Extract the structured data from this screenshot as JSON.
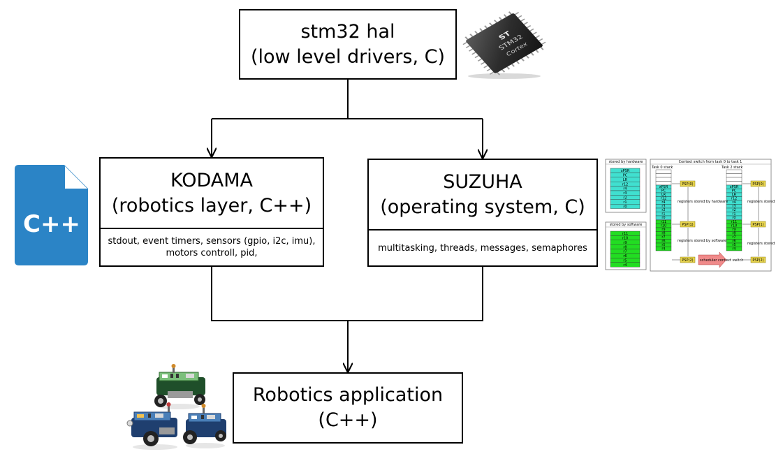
{
  "hal": {
    "line1": "stm32 hal",
    "line2": "(low level drivers, C)"
  },
  "kodama": {
    "line1": "KODAMA",
    "line2": "(robotics layer, C++)",
    "features": "stdout, event timers, sensors (gpio, i2c, imu), motors controll, pid,"
  },
  "suzuha": {
    "line1": "SUZUHA",
    "line2": "(operating system, C)",
    "features": "multitasking, threads, messages, semaphores"
  },
  "app": {
    "line1": "Robotics application",
    "line2": "(C++)"
  },
  "cpp_icon": {
    "icon": "cpp-file-icon",
    "label": "C++",
    "color": "#2b84c6"
  },
  "chip_icon": {
    "icon": "stm32-chip-icon"
  },
  "robots_image": {
    "icon": "robots-image"
  },
  "context_switch_diagram": {
    "hw_title": "stored by hardware",
    "sw_title": "stored by software",
    "title": "Context switch from task 0 to task 1",
    "task0": "Task 0 stack",
    "task1": "Task 2 stack",
    "regs_hw": [
      "xPSR",
      "PC",
      "LR",
      "r12",
      "r4",
      "r3",
      "r2",
      "r1",
      "r0"
    ],
    "regs_sw": [
      "r11",
      "r10",
      "r9",
      "r8",
      "r7",
      "r6",
      "r5",
      "r4"
    ],
    "psp0": "PSP(0)",
    "psp1": "PSP(1)",
    "psp2": "PSP(2)",
    "note_hw": "registers stored by hardware",
    "note_sw": "registers stored by software",
    "scheduler": "scheduler context switch"
  }
}
